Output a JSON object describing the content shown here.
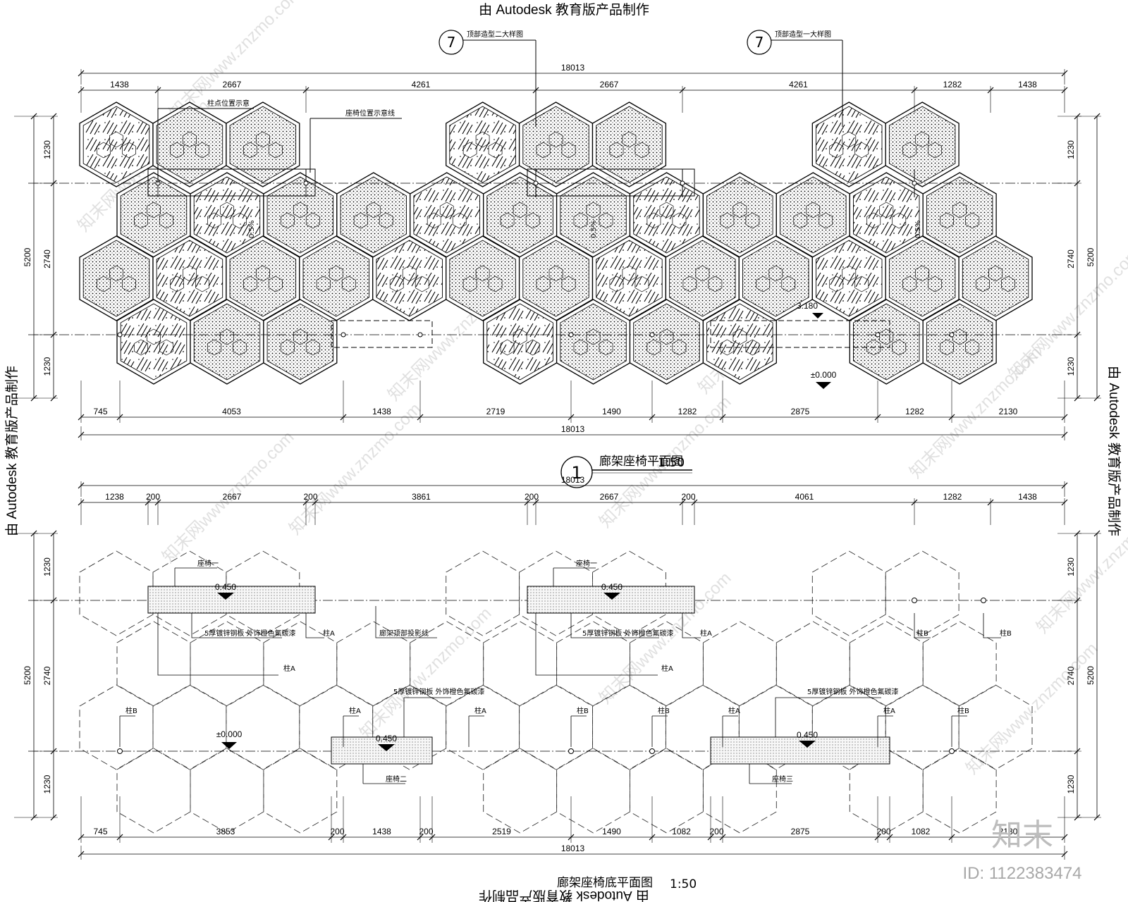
{
  "watermarks": {
    "top": "由 Autodesk 教育版产品制作",
    "left": "由 Autodesk 教育版产品制作",
    "right": "由 Autodesk 教育版产品制作",
    "bottom": "由 Autodesk 教育版产品制作"
  },
  "site_watermark": "知末网www.znzmo.com",
  "logo": {
    "text": "知末",
    "id": "ID: 1122383474"
  },
  "top_plan": {
    "title": "廊架座椅平面图",
    "scale": "1:50",
    "number": "1",
    "callout_1": {
      "number": "7",
      "text": "顶部造型二大样图"
    },
    "callout_2": {
      "number": "7",
      "text": "顶部造型一大样图"
    },
    "note_column": "柱点位置示意",
    "note_bench": "座椅位置示意线",
    "overall_top": "18013",
    "dims_top": [
      "1438",
      "2667",
      "4261",
      "2667",
      "4261",
      "1282",
      "1438"
    ],
    "dims_bottom": [
      "745",
      "4053",
      "1438",
      "2719",
      "1490",
      "1282",
      "2875",
      "1282",
      "2130"
    ],
    "overall_bottom": "18013",
    "dims_left": [
      "1230",
      "2740",
      "1230"
    ],
    "total_left": "5200",
    "dims_right": [
      "1230",
      "2740",
      "1230"
    ],
    "total_right": "5200",
    "level_180": "3.180",
    "level_0": "±0.000",
    "slope": "0.5%"
  },
  "bottom_plan": {
    "title": "廊架座椅底平面图",
    "scale": "1:50",
    "overall_top": "18013",
    "dims_top": [
      "1238",
      "200",
      "2667",
      "200",
      "3861",
      "200",
      "2667",
      "200",
      "4061",
      "1282",
      "1438"
    ],
    "dims_bottom": [
      "745",
      "3853",
      "200",
      "1438",
      "200",
      "2519",
      "1490",
      "1082",
      "200",
      "2875",
      "200",
      "1082",
      "2130"
    ],
    "overall_bottom": "18013",
    "dims_left": [
      "1230",
      "2740",
      "1230"
    ],
    "total_left": "5200",
    "dims_right": [
      "1230",
      "2740",
      "1230"
    ],
    "total_right": "5200",
    "bench_1": "座椅一",
    "bench_2": "座椅二",
    "bench_3": "座椅三",
    "plate_note": "5厚镀锌钢板 外饰橙色氟碳漆",
    "column_a": "柱A",
    "column_b": "柱B",
    "projection": "廊架顶部投影线",
    "level_bench": "0.450",
    "level_0": "±0.000"
  }
}
